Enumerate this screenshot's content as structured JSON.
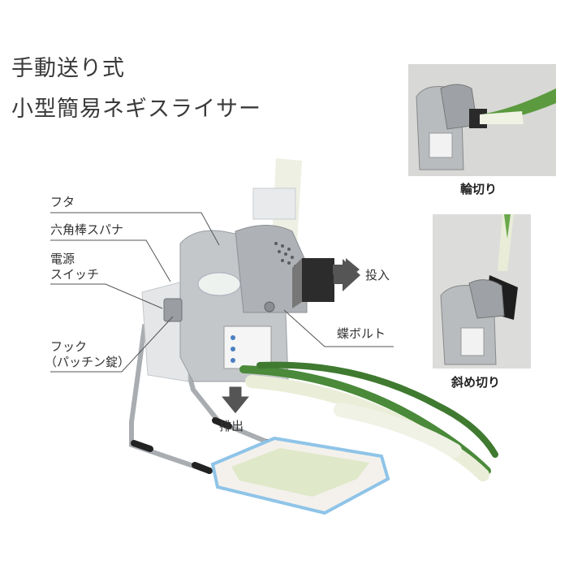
{
  "title": {
    "line1": "手動送り式",
    "line2": "小型簡易ネギスライサー"
  },
  "labels": {
    "futa": "フタ",
    "spanner": "六角棒スパナ",
    "switch_line1": "電源",
    "switch_line2": "スイッチ",
    "hook_line1": "フック",
    "hook_line2": "（パッチン錠）",
    "input": "投入",
    "bolt": "蝶ボルト",
    "output": "排出"
  },
  "captions": {
    "round_cut": "輪切り",
    "diagonal_cut": "斜め切り"
  },
  "colors": {
    "background": "#ffffff",
    "leader": "#555555",
    "arrow": "#555555",
    "steel": "#b9bcbf",
    "tray_edge": "#8fc4e8"
  }
}
